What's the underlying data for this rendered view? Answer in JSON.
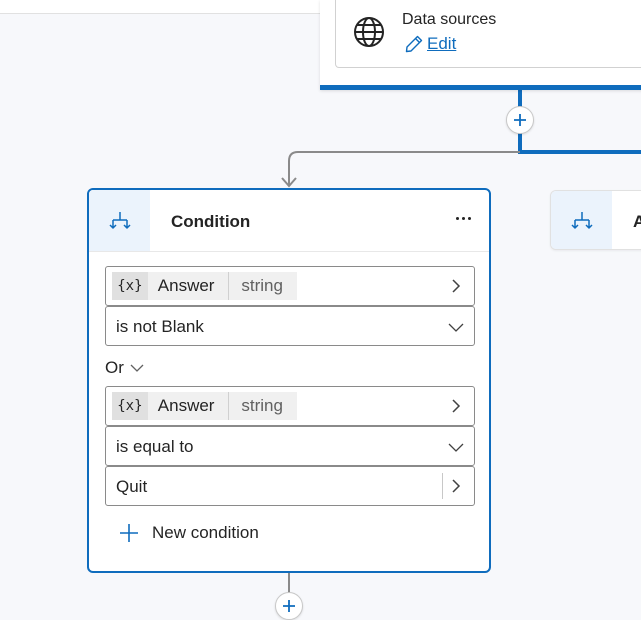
{
  "top_node": {
    "title": "Data sources",
    "edit_label": "Edit",
    "icon": "globe-icon"
  },
  "condition_node": {
    "title": "Condition",
    "icon": "condition-branch-icon",
    "groups": [
      {
        "variable_icon": "{x}",
        "variable_name": "Answer",
        "variable_type": "string",
        "operator": "is not Blank"
      },
      {
        "variable_icon": "{x}",
        "variable_name": "Answer",
        "variable_type": "string",
        "operator": "is equal to",
        "value": "Quit"
      }
    ],
    "logic_label": "Or",
    "new_condition_label": "New condition"
  },
  "right_node": {
    "title_fragment": "A",
    "icon": "condition-branch-icon"
  },
  "colors": {
    "accent": "#0f6cbd",
    "background": "#f7f8fb",
    "icon_bg": "#ebf3fc",
    "connector": "#8a8a8a"
  }
}
